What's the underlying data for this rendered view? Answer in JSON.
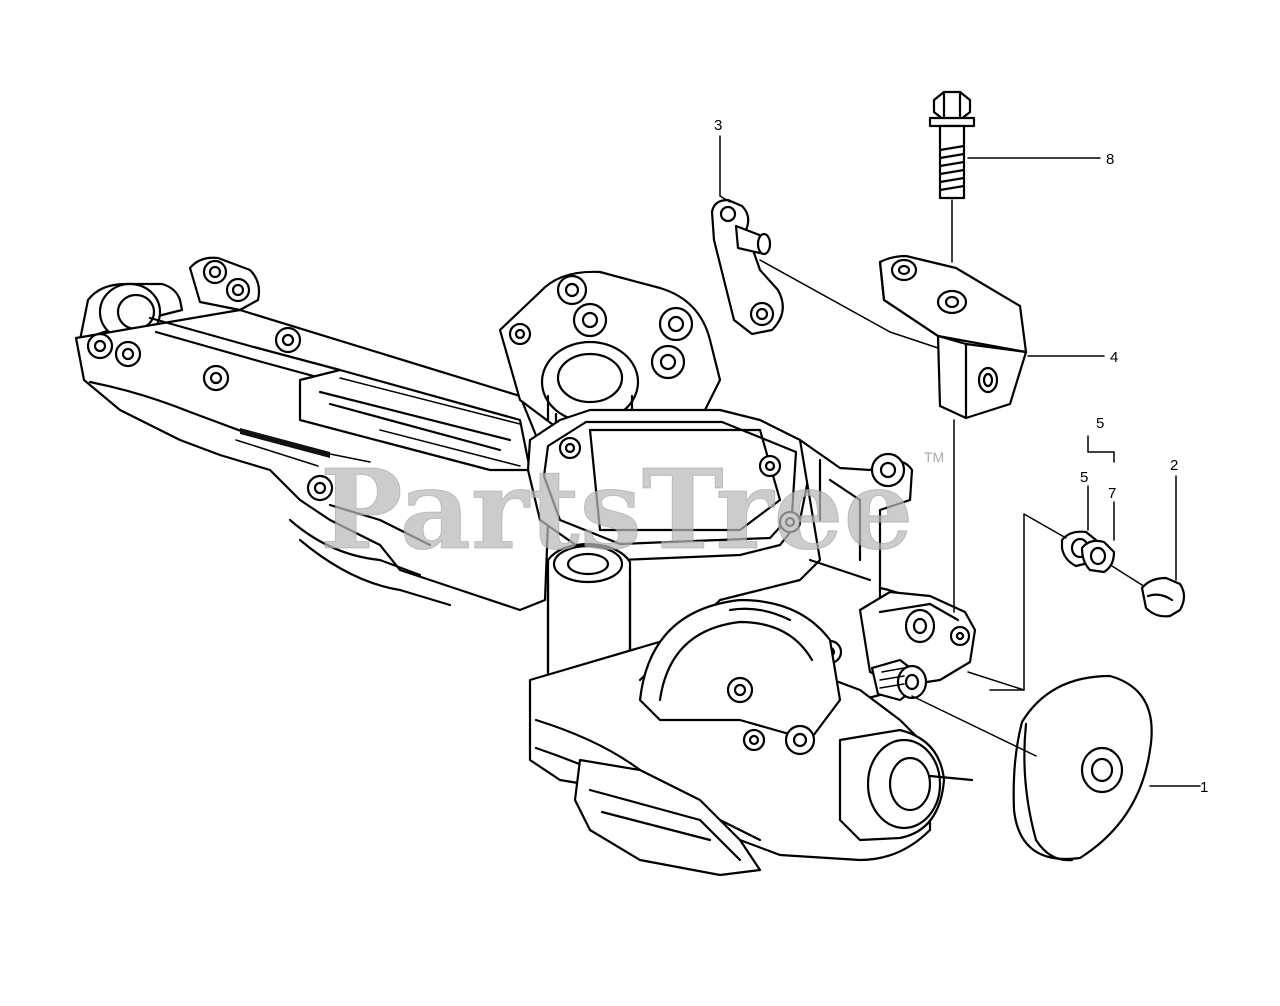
{
  "watermark": {
    "text": "PartsTree",
    "trademark": "TM"
  },
  "callouts": [
    {
      "id": "8",
      "label": "8"
    },
    {
      "id": "3",
      "label": "3"
    },
    {
      "id": "4",
      "label": "4"
    },
    {
      "id": "5-group",
      "label": "5"
    },
    {
      "id": "5-sub",
      "label": "5"
    },
    {
      "id": "7",
      "label": "7"
    },
    {
      "id": "2",
      "label": "2"
    },
    {
      "id": "1",
      "label": "1"
    }
  ]
}
